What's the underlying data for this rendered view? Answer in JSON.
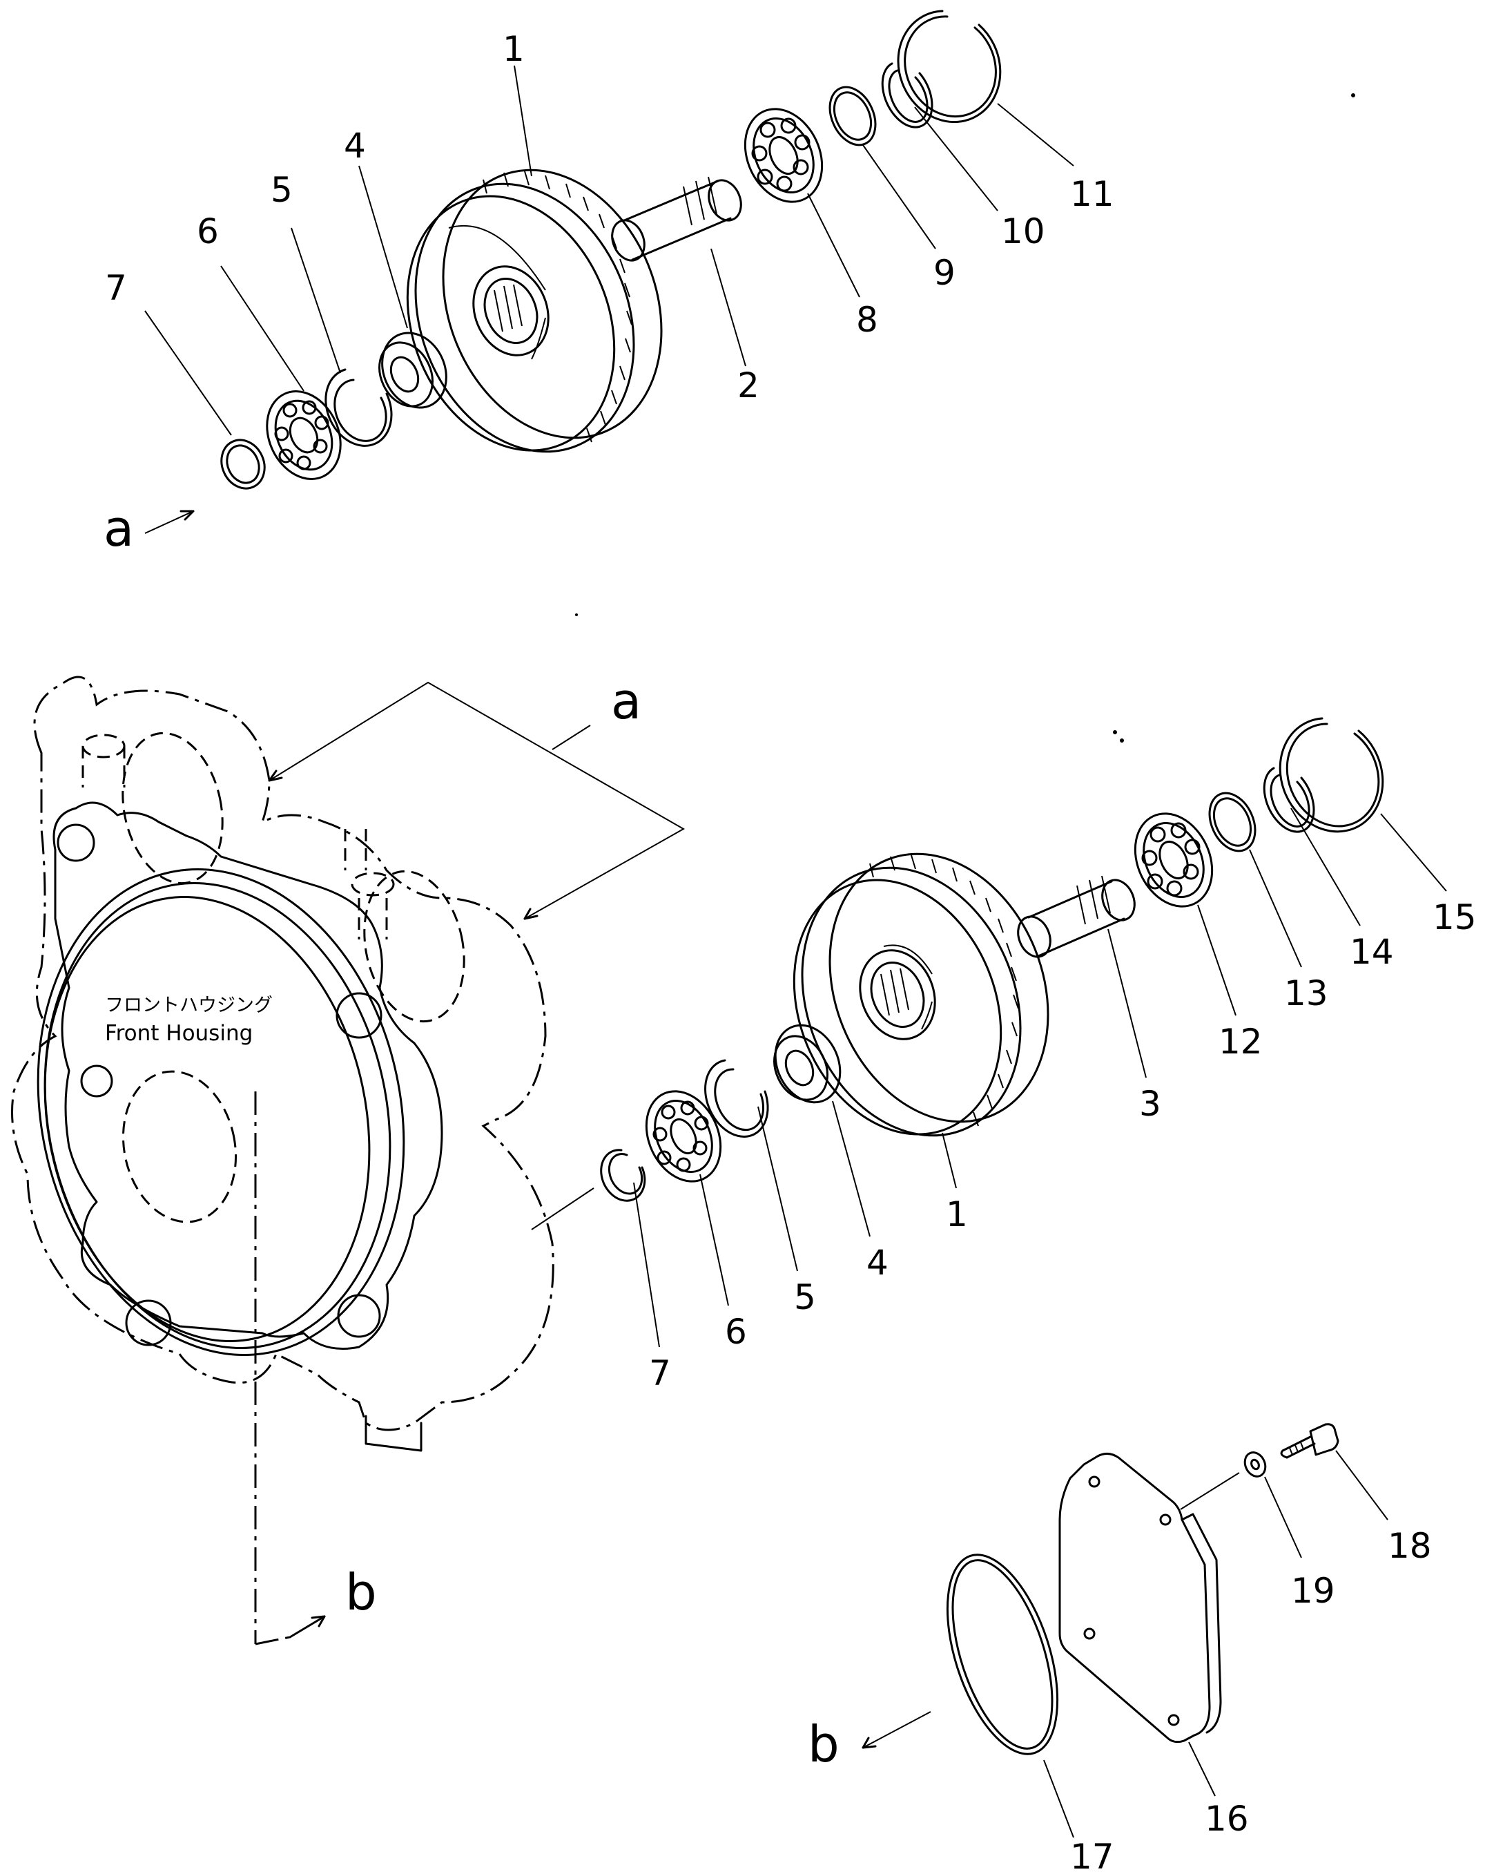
{
  "housing_label": {
    "jp": "フロントハウジング",
    "en": "Front Housing"
  },
  "refs": {
    "a": "a",
    "b": "b"
  },
  "upper_callouts": [
    "1",
    "2",
    "4",
    "5",
    "6",
    "7",
    "8",
    "9",
    "10",
    "11"
  ],
  "lower_callouts": [
    "1",
    "3",
    "4",
    "5",
    "6",
    "7",
    "12",
    "13",
    "14",
    "15"
  ],
  "cover_callouts": [
    "16",
    "17",
    "18",
    "19"
  ],
  "colors": {
    "line": "#000000",
    "background": "#ffffff"
  }
}
